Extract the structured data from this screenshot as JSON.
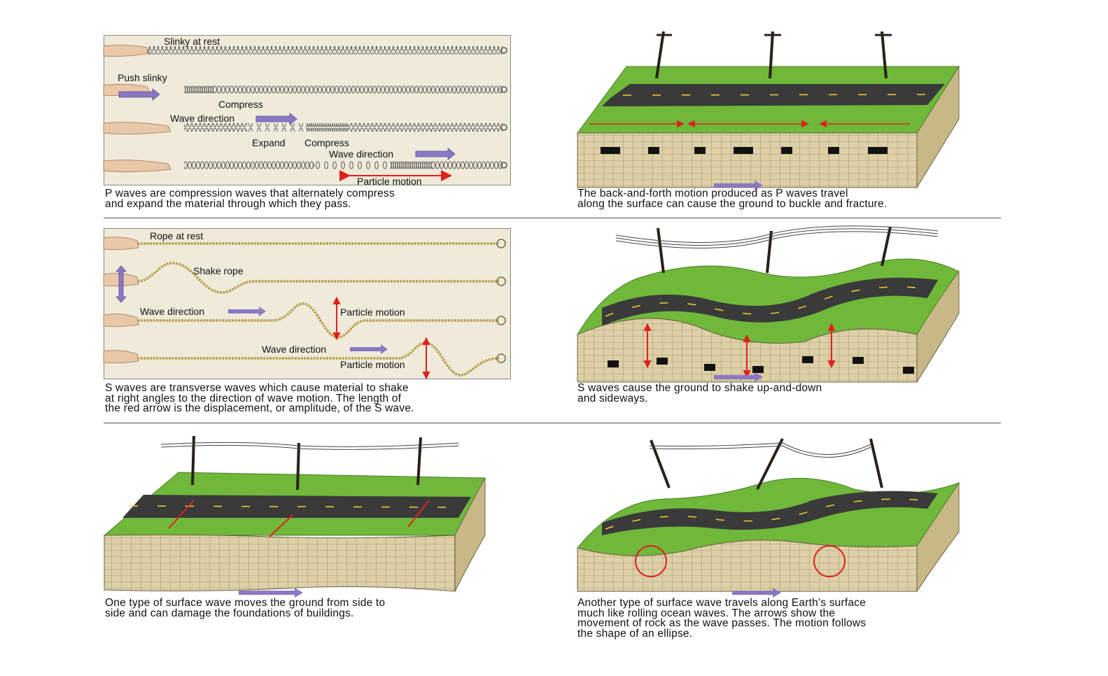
{
  "p_wave_slinky": {
    "labels": {
      "slinky_at_rest": "Slinky at rest",
      "push_slinky": "Push slinky",
      "compress_1": "Compress",
      "wave_direction_1": "Wave direction",
      "expand": "Expand",
      "compress_2": "Compress",
      "wave_direction_2": "Wave direction",
      "particle_motion": "Particle motion"
    },
    "caption": [
      "P waves are compression waves that alternately compress",
      "and expand the material through which they pass."
    ]
  },
  "p_wave_ground": {
    "caption": [
      "The back-and-forth motion produced as P waves travel",
      "along the surface can cause the ground to buckle and fracture."
    ]
  },
  "s_wave_rope": {
    "labels": {
      "rope_at_rest": "Rope at rest",
      "shake_rope": "Shake rope",
      "wave_direction_1": "Wave direction",
      "particle_motion_1": "Particle motion",
      "wave_direction_2": "Wave direction",
      "particle_motion_2": "Particle motion"
    },
    "caption": [
      "S waves are transverse waves which cause material to shake",
      "at right angles to the direction of wave motion. The length of",
      "the red arrow is the displacement, or amplitude, of the S wave."
    ]
  },
  "s_wave_ground": {
    "caption": [
      "S waves cause the ground to shake up-and-down",
      "and sideways."
    ]
  },
  "love_wave": {
    "caption": [
      "One type of surface wave moves the ground from side to",
      "side and can damage the foundations of buildings."
    ]
  },
  "rayleigh_wave": {
    "caption": [
      "Another type of surface wave travels along Earth’s surface",
      "much like rolling ocean waves. The arrows show the",
      "movement of rock as the wave passes. The motion follows",
      "the shape of an ellipse."
    ]
  },
  "colors": {
    "panel_bg": "#efeada",
    "grass": "#6fb83a",
    "road": "#3a3a3a",
    "soil": "#ddd0a6",
    "arrow_purple": "#8a78c4",
    "arrow_red": "#e0201c"
  }
}
